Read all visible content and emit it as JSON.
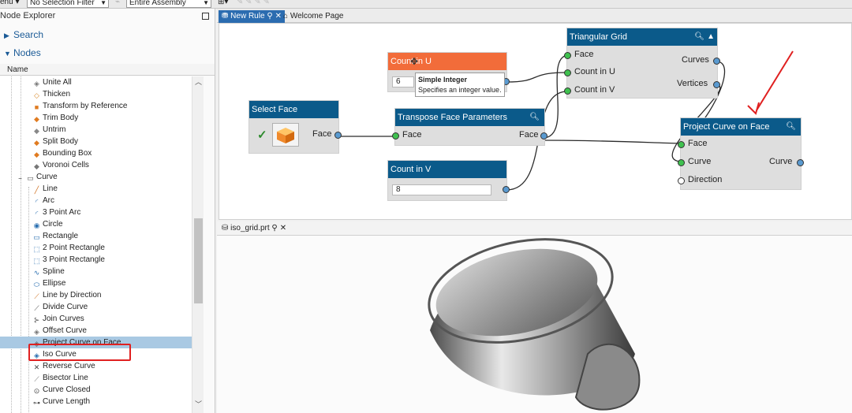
{
  "toolbar": {
    "menu_label": "enu ▾",
    "selection_filter": "No Selection Filter",
    "assembly_scope": "Entire Assembly"
  },
  "left_panel": {
    "title": "Node Explorer",
    "search_label": "Search",
    "nodes_label": "Nodes",
    "column_header": "Name",
    "tree_items": [
      {
        "label": "Unite All",
        "icon": "unite-icon"
      },
      {
        "label": "Thicken",
        "icon": "thicken-icon"
      },
      {
        "label": "Transform by Reference",
        "icon": "transform-icon"
      },
      {
        "label": "Trim Body",
        "icon": "trim-body-icon"
      },
      {
        "label": "Untrim",
        "icon": "untrim-icon"
      },
      {
        "label": "Split Body",
        "icon": "split-body-icon"
      },
      {
        "label": "Bounding Box",
        "icon": "bounding-box-icon"
      },
      {
        "label": "Voronoi Cells",
        "icon": "voronoi-icon"
      },
      {
        "label": "Curve",
        "icon": "folder-icon"
      },
      {
        "label": "Line",
        "icon": "line-icon"
      },
      {
        "label": "Arc",
        "icon": "arc-icon"
      },
      {
        "label": "3 Point Arc",
        "icon": "three-point-arc-icon"
      },
      {
        "label": "Circle",
        "icon": "circle-icon"
      },
      {
        "label": "Rectangle",
        "icon": "rectangle-icon"
      },
      {
        "label": "2 Point Rectangle",
        "icon": "two-point-rectangle-icon"
      },
      {
        "label": "3 Point Rectangle",
        "icon": "three-point-rectangle-icon"
      },
      {
        "label": "Spline",
        "icon": "spline-icon"
      },
      {
        "label": "Ellipse",
        "icon": "ellipse-icon"
      },
      {
        "label": "Line by Direction",
        "icon": "line-direction-icon"
      },
      {
        "label": "Divide Curve",
        "icon": "divide-curve-icon"
      },
      {
        "label": "Join Curves",
        "icon": "join-curves-icon"
      },
      {
        "label": "Offset Curve",
        "icon": "offset-curve-icon"
      },
      {
        "label": "Project Curve on Face",
        "icon": "project-curve-icon"
      },
      {
        "label": "Iso Curve",
        "icon": "iso-curve-icon"
      },
      {
        "label": "Reverse Curve",
        "icon": "reverse-curve-icon"
      },
      {
        "label": "Bisector Line",
        "icon": "bisector-icon"
      },
      {
        "label": "Curve Closed",
        "icon": "curve-closed-icon"
      },
      {
        "label": "Curve Length",
        "icon": "curve-length-icon"
      }
    ]
  },
  "tabs": {
    "new_rule": "New Rule",
    "welcome": "Welcome Page",
    "model": "iso_grid.prt"
  },
  "graph": {
    "select_face": {
      "title": "Select Face",
      "out_face": "Face"
    },
    "count_u": {
      "title": "Count in U",
      "value": "6"
    },
    "tooltip": {
      "title": "Simple Integer",
      "text": "Specifies an integer value."
    },
    "transpose": {
      "title": "Transpose Face Parameters",
      "in_face": "Face",
      "out_face": "Face"
    },
    "count_v": {
      "title": "Count in V",
      "value": "8"
    },
    "tri_grid": {
      "title": "Triangular Grid",
      "in_face": "Face",
      "in_count_u": "Count in U",
      "in_count_v": "Count in V",
      "out_curves": "Curves",
      "out_vertices": "Vertices"
    },
    "project": {
      "title": "Project Curve on Face",
      "in_face": "Face",
      "in_curve": "Curve",
      "in_direction": "Direction",
      "out_curve": "Curve"
    }
  },
  "colors": {
    "node_header": "#0b5a8a",
    "node_header_active": "#f26c3a",
    "pin_input": "#3fc14f",
    "pin_output": "#5a9ad0",
    "highlight": "#e02020"
  }
}
